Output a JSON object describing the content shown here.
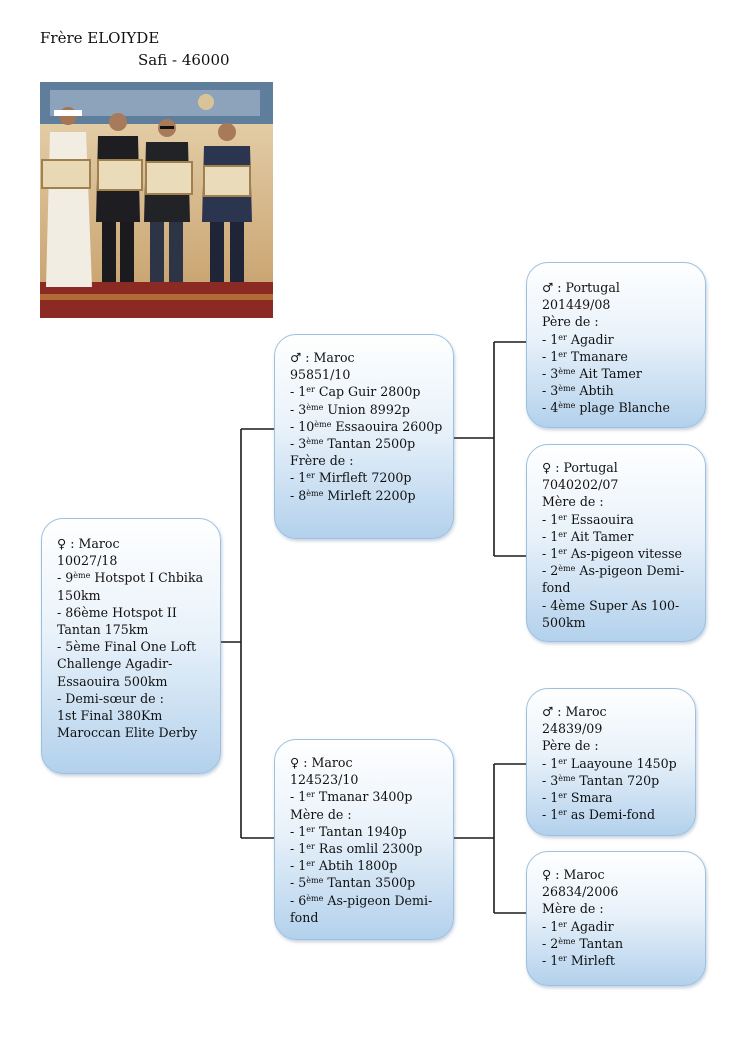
{
  "owner": {
    "name": "Frère ELOIYDE",
    "city": "Safi - 46000"
  },
  "pedigree": {
    "root": [
      {
        "pre": "♀ : Maroc"
      },
      {
        "pre": "10027/18"
      },
      {
        "pre": "- 9",
        "sup": "ème",
        "post": " Hotspot I Chbika 150km"
      },
      {
        "pre": "- 86ème Hotspot II Tantan 175km"
      },
      {
        "pre": "- 5ème Final One Loft Challenge Agadir-Essaouira 500km"
      },
      {
        "pre": "- Demi-sœur de :"
      },
      {
        "pre": "1st Final 380Km Maroccan Elite Derby"
      }
    ],
    "sire": [
      {
        "pre": "♂ : Maroc"
      },
      {
        "pre": "95851/10"
      },
      {
        "pre": "- 1",
        "sup": "er",
        "post": " Cap Guir 2800p"
      },
      {
        "pre": "- 3",
        "sup": "ème",
        "post": " Union 8992p"
      },
      {
        "pre": "- 10",
        "sup": "ème",
        "post": " Essaouira 2600p"
      },
      {
        "pre": "- 3",
        "sup": "ème",
        "post": " Tantan 2500p"
      },
      {
        "pre": "Frère de :"
      },
      {
        "pre": "- 1",
        "sup": "er",
        "post": " Mirfleft 7200p"
      },
      {
        "pre": "- 8",
        "sup": "ème",
        "post": " Mirleft 2200p"
      }
    ],
    "dam": [
      {
        "pre": "♀ : Maroc"
      },
      {
        "pre": "124523/10"
      },
      {
        "pre": "- 1",
        "sup": "er",
        "post": " Tmanar 3400p"
      },
      {
        "pre": "Mère de :"
      },
      {
        "pre": "- 1",
        "sup": "er",
        "post": " Tantan 1940p"
      },
      {
        "pre": "- 1",
        "sup": "er",
        "post": " Ras omlil 2300p"
      },
      {
        "pre": "- 1",
        "sup": "er",
        "post": " Abtih 1800p"
      },
      {
        "pre": "- 5",
        "sup": "ème",
        "post": " Tantan 3500p"
      },
      {
        "pre": "- 6",
        "sup": "ème",
        "post": " As-pigeon Demi-fond"
      }
    ],
    "sire_sire": [
      {
        "pre": "♂ : Portugal"
      },
      {
        "pre": "201449/08"
      },
      {
        "pre": "Père de :"
      },
      {
        "pre": "- 1",
        "sup": "er",
        "post": " Agadir"
      },
      {
        "pre": "- 1",
        "sup": "er",
        "post": " Tmanare"
      },
      {
        "pre": "- 3",
        "sup": "ème",
        "post": " Ait Tamer"
      },
      {
        "pre": "- 3",
        "sup": "ème",
        "post": " Abtih"
      },
      {
        "pre": "- 4",
        "sup": "ème",
        "post": " plage Blanche"
      }
    ],
    "sire_dam": [
      {
        "pre": "♀ : Portugal"
      },
      {
        "pre": "7040202/07"
      },
      {
        "pre": "Mère de :"
      },
      {
        "pre": "- 1",
        "sup": "er",
        "post": " Essaouira"
      },
      {
        "pre": "- 1",
        "sup": "er",
        "post": " Ait Tamer"
      },
      {
        "pre": "- 1",
        "sup": "er",
        "post": " As-pigeon vitesse"
      },
      {
        "pre": "- 2",
        "sup": "ème",
        "post": " As-pigeon Demi-fond"
      },
      {
        "pre": "- 4ème Super As 100-500km"
      }
    ],
    "dam_sire": [
      {
        "pre": "♂ : Maroc"
      },
      {
        "pre": "24839/09"
      },
      {
        "pre": "Père de :"
      },
      {
        "pre": "- 1",
        "sup": "er",
        "post": " Laayoune 1450p"
      },
      {
        "pre": "- 3",
        "sup": "ème",
        "post": " Tantan 720p"
      },
      {
        "pre": "- 1",
        "sup": "er",
        "post": " Smara"
      },
      {
        "pre": "- 1",
        "sup": "er",
        "post": " as Demi-fond"
      }
    ],
    "dam_dam": [
      {
        "pre": "♀ : Maroc"
      },
      {
        "pre": "26834/2006"
      },
      {
        "pre": "Mère de :"
      },
      {
        "pre": "- 1",
        "sup": "er",
        "post": " Agadir"
      },
      {
        "pre": "- 2",
        "sup": "ème",
        "post": " Tantan"
      },
      {
        "pre": "- 1",
        "sup": "er",
        "post": " Mirleft"
      }
    ]
  }
}
